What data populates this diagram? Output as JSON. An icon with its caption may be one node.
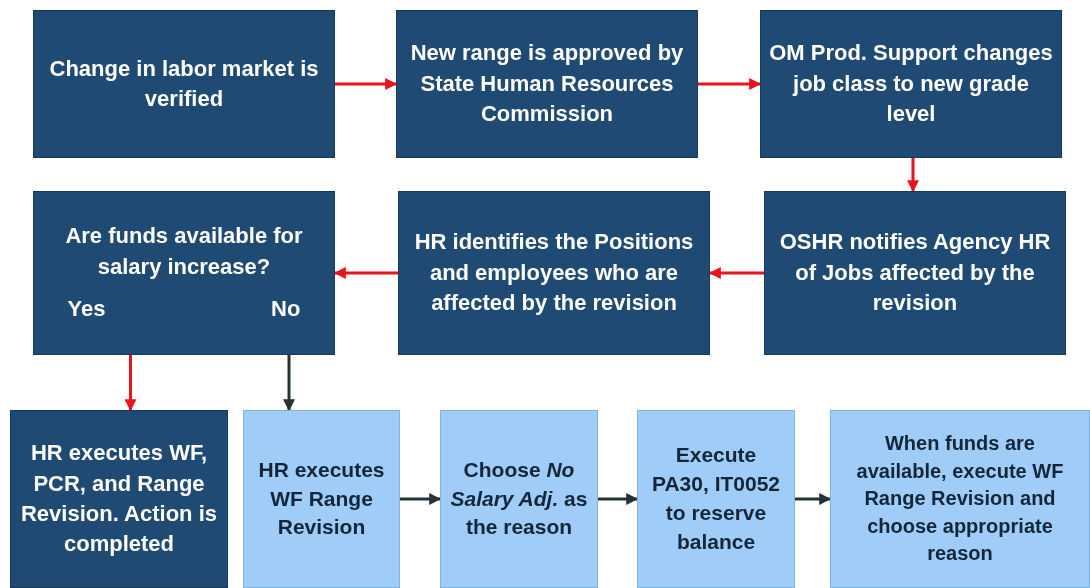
{
  "diagram": {
    "nodes": [
      {
        "text": [
          "Change in labor market is verified"
        ]
      },
      {
        "text": [
          "New range is approved by State Human Resources Commission"
        ]
      },
      {
        "text": [
          "OM Prod. Support changes job class to new grade level"
        ]
      },
      {
        "text": [
          "OSHR notifies Agency HR of Jobs affected by the revision"
        ]
      },
      {
        "text": [
          "HR identifies the Positions and employees who are affected by the revision"
        ]
      },
      {
        "text": [
          "Are funds available for salary increase?",
          "Yes",
          "No"
        ]
      },
      {
        "text": [
          "HR executes WF, PCR, and Range Revision. Action is completed"
        ]
      },
      {
        "text": [
          "HR executes WF Range Revision"
        ]
      },
      {
        "text": [
          "Choose *No Salary Adj.* as the reason"
        ]
      },
      {
        "text": [
          "Execute PA30, IT0052 to reserve balance"
        ]
      },
      {
        "text": [
          "When funds are available, execute WF Range Revision and choose appropriate reason"
        ]
      }
    ],
    "edges": [
      {
        "from": 0,
        "to": 1,
        "arrow": "to"
      },
      {
        "from": 1,
        "to": 2,
        "arrow": "to"
      },
      {
        "from": 2,
        "to": 3,
        "arrow": "to"
      },
      {
        "from": 3,
        "to": 4,
        "arrow": "to"
      },
      {
        "from": 4,
        "to": 5,
        "arrow": "to"
      },
      {
        "from": 5,
        "to": 6,
        "arrow": "to"
      },
      {
        "from": 5,
        "to": 7,
        "arrow": "to",
        "color": "#263238"
      },
      {
        "from": 7,
        "to": 8,
        "arrow": "to",
        "color": "#263238"
      },
      {
        "from": 8,
        "to": 9,
        "arrow": "to",
        "color": "#263238"
      },
      {
        "from": 9,
        "to": 10,
        "arrow": "to",
        "color": "#263238"
      }
    ]
  }
}
